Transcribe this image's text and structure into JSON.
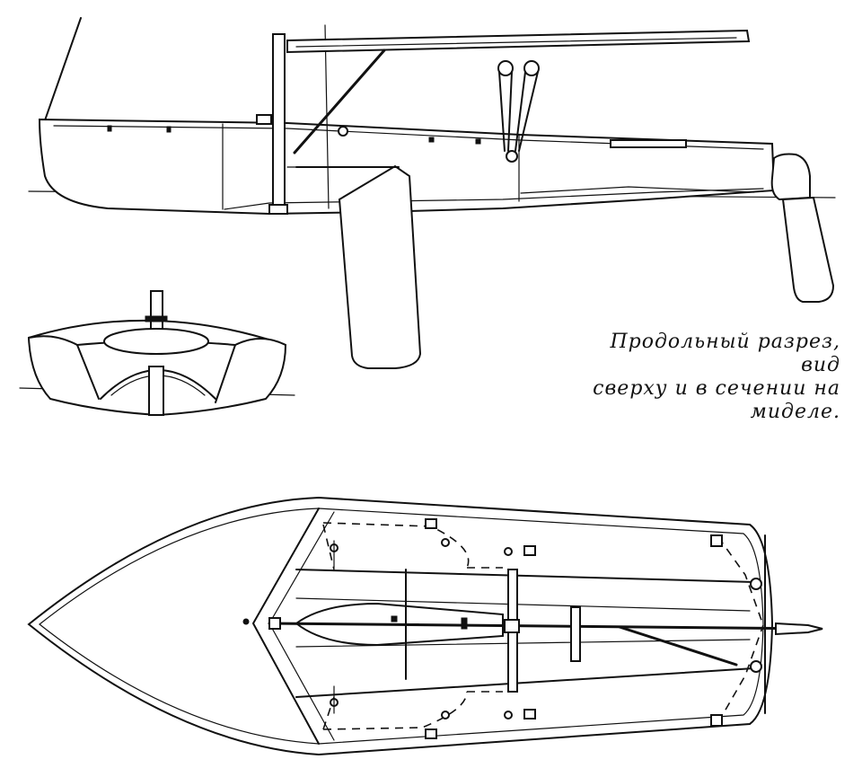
{
  "caption": {
    "line1": "Продольный разрез, вид",
    "line2": "сверху и в сечении на",
    "line3": "миделе."
  },
  "colors": {
    "ink": "#111111",
    "paper": "#ffffff"
  }
}
